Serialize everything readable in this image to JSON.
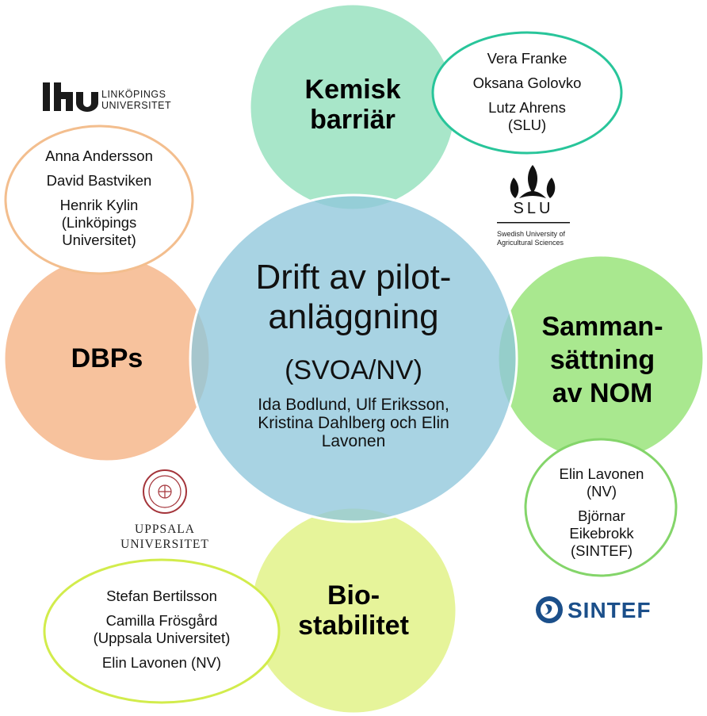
{
  "colors": {
    "kemisk": "#a8e6c9",
    "center": "#a9d3e2",
    "dbps": "#f7c29d",
    "samman": "#a9e88f",
    "bio": "#e6f49a",
    "ring_orange": "#f3be8e",
    "ring_teal": "#28c59a",
    "ring_green": "#84d56a",
    "ring_yellow": "#d2ec4c",
    "sintef_blue": "#1b4f8a",
    "uppsala_red": "#a4343a"
  },
  "center": {
    "title_line1": "Drift av pilot-",
    "title_line2": "anläggning",
    "subtitle": "(SVOA/NV)",
    "names_line1": "Ida Bodlund, Ulf Eriksson,",
    "names_line2": "Kristina Dahlberg och Elin",
    "names_line3": "Lavonen"
  },
  "kemisk": {
    "line1": "Kemisk",
    "line2": "barriär",
    "people": {
      "p1": "Vera Franke",
      "p2": "Oksana Golovko",
      "p3": "Lutz Ahrens",
      "p4": "(SLU)"
    }
  },
  "dbps": {
    "label": "DBPs",
    "people": {
      "p1": "Anna Andersson",
      "p2": "David Bastviken",
      "p3": "Henrik Kylin",
      "p4": "(Linköpings",
      "p5": "Universitet)"
    }
  },
  "samman": {
    "line1": "Samman-",
    "line2": "sättning",
    "line3": "av NOM",
    "people": {
      "p1": "Elin Lavonen",
      "p2": "(NV)",
      "p3": "Björnar",
      "p4": "Eikebrokk",
      "p5": "(SINTEF)"
    }
  },
  "bio": {
    "line1": "Bio-",
    "line2": "stabilitet",
    "people": {
      "p1": "Stefan Bertilsson",
      "p2": "Camilla Frösgård",
      "p3": "(Uppsala Universitet)",
      "p4": "Elin Lavonen (NV)"
    }
  },
  "logos": {
    "liu_line1": "LINKÖPINGS",
    "liu_line2": "UNIVERSITET",
    "slu_name": "SLU",
    "slu_line1": "Swedish University of",
    "slu_line2": "Agricultural Sciences",
    "uppsala_line1": "UPPSALA",
    "uppsala_line2": "UNIVERSITET",
    "sintef_name": "SINTEF"
  }
}
